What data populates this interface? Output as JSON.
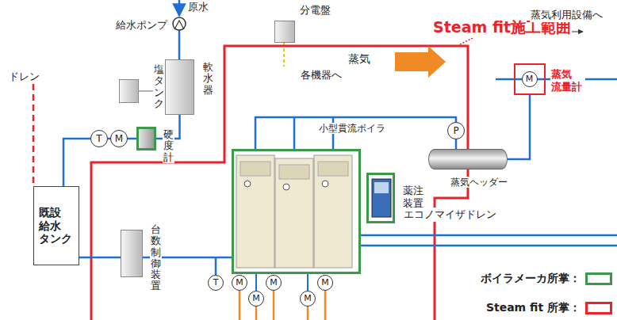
{
  "diagram": {
    "nodes": [
      {
        "text": [
          "分電盤"
        ]
      },
      {
        "text": [
          "塩タンク"
        ]
      },
      {
        "text": [
          "軟水器"
        ]
      },
      {
        "text": [
          "T"
        ]
      },
      {
        "text": [
          "M"
        ]
      },
      {
        "text": [
          "硬度計"
        ]
      },
      {
        "text": [
          "既設 給水 タンク"
        ]
      },
      {
        "text": [
          "台数制御装置"
        ]
      },
      {
        "text": [
          "小型貫流ボイラ"
        ]
      },
      {
        "text": [
          "T"
        ]
      },
      {
        "text": [
          "M"
        ]
      },
      {
        "text": [
          "M"
        ]
      },
      {
        "text": [
          "M"
        ]
      },
      {
        "text": [
          "M"
        ]
      },
      {
        "text": [
          "M"
        ]
      },
      {
        "text": [
          "P"
        ]
      },
      {
        "text": [
          "薬注 装置"
        ]
      },
      {
        "text": [
          "蒸気ヘッダー"
        ]
      },
      {
        "text": [
          "蒸気 流量計"
        ]
      },
      {
        "text": [
          "M"
        ],
        "in": 18
      }
    ],
    "edges": [
      {
        "from": 2,
        "to": 6,
        "arrow": "none"
      },
      {
        "from": 6,
        "to": 8,
        "arrow": "none"
      },
      {
        "from": 8,
        "to": 17,
        "arrow": "none"
      },
      {
        "from": 17,
        "to": 18,
        "arrow": "none"
      }
    ],
    "labels": [
      "原水",
      "給水ポンプ",
      "各機器へ",
      "蒸気",
      "Steam fit施工範囲",
      "ドレン",
      "蒸気利用設備へ",
      "エコノマイザドレン"
    ],
    "legend": [
      {
        "text": "ボイラメーカ所掌：",
        "color": "#3a9a4a"
      },
      {
        "text": "Steam fit 所掌：",
        "color": "#e8232a"
      }
    ]
  }
}
